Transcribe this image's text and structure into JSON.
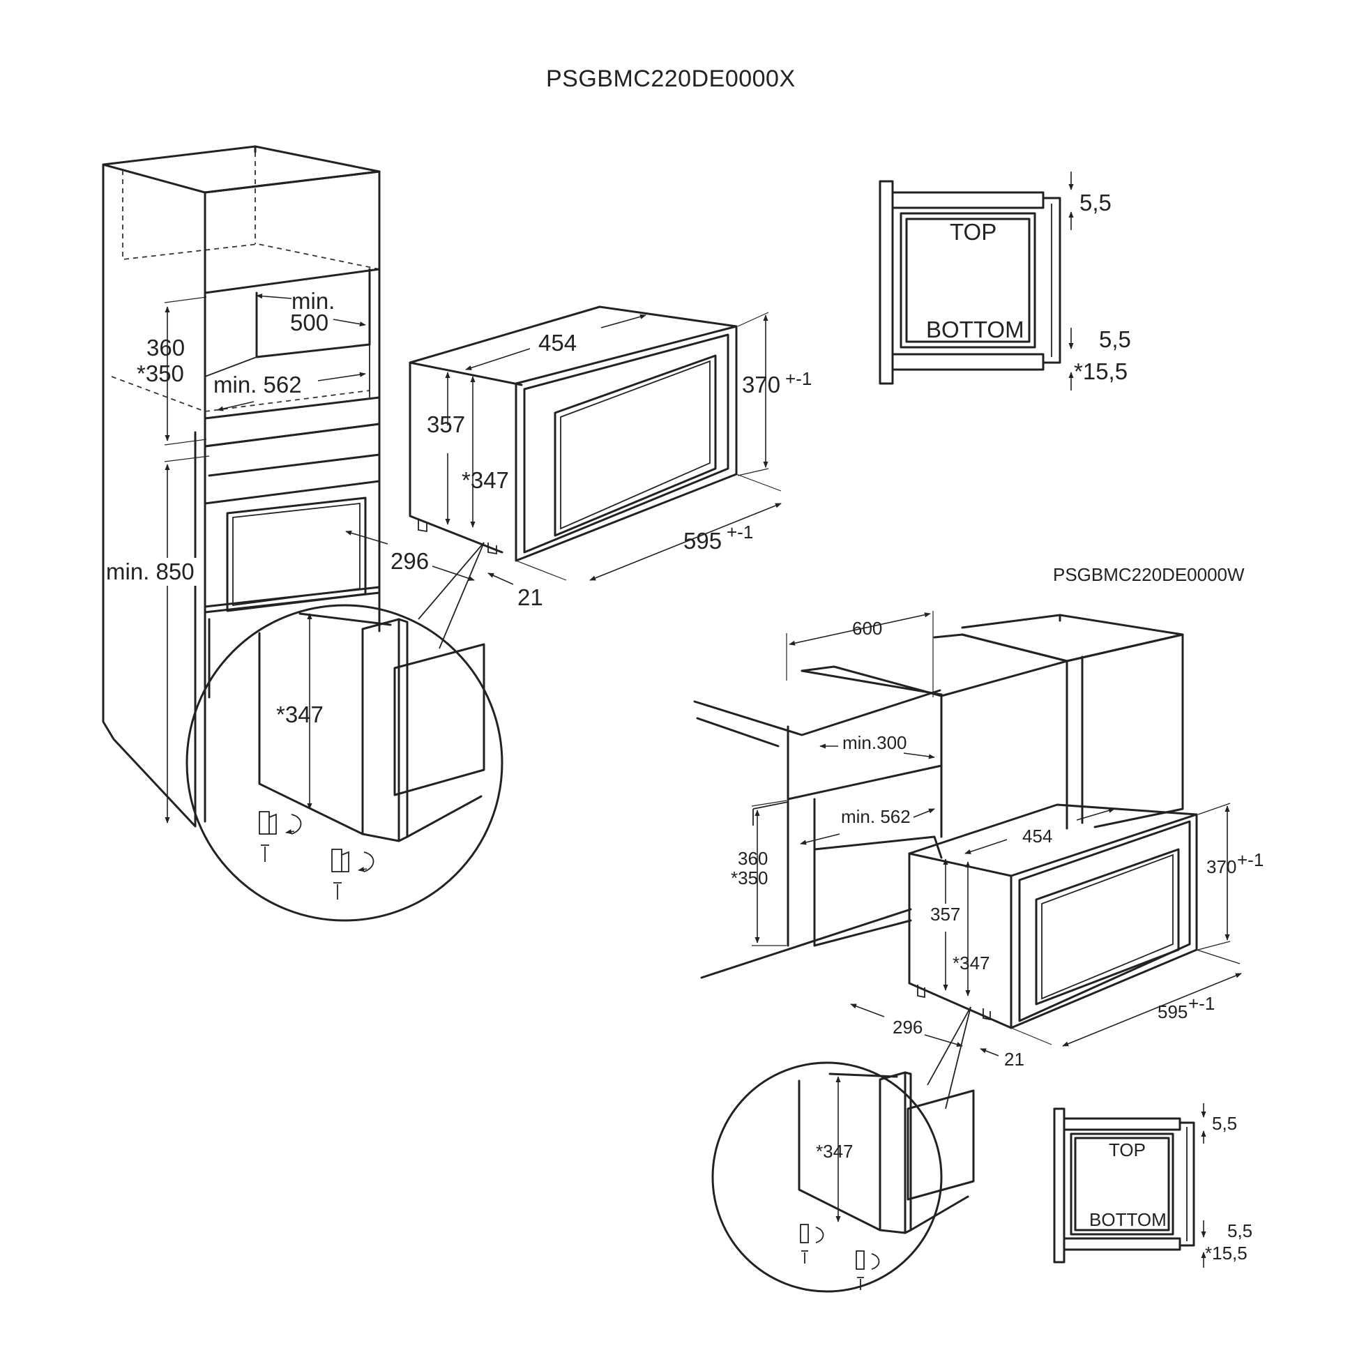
{
  "models": {
    "top": "PSGBMC220DE0000X",
    "bottom": "PSGBMC220DE0000W"
  },
  "view1": {
    "niche_depth": "min.",
    "niche_depth_value": "500",
    "niche_width": "min. 562",
    "niche_height": "360",
    "niche_height_alt": "*350",
    "floor_height": "min. 850",
    "detail_height": "*347"
  },
  "appliance1": {
    "depth": "454",
    "height_front": "370",
    "height_front_tol": "+-1",
    "height_body": "357",
    "height_body_alt": "*347",
    "width": "595",
    "width_tol": "+-1",
    "depth_body": "296",
    "frame_offset": "21"
  },
  "side1": {
    "top_label": "TOP",
    "bottom_label": "BOTTOM",
    "gap_top": "5,5",
    "gap_bottom": "5,5",
    "gap_bottom_alt": "*15,5"
  },
  "view2": {
    "cabinet_width": "600",
    "clearance": "min.300",
    "niche_width": "min. 562",
    "niche_height": "360",
    "niche_height_alt": "*350",
    "detail_height": "*347"
  },
  "appliance2": {
    "depth": "454",
    "height_front": "370",
    "height_front_tol": "+-1",
    "height_body": "357",
    "height_body_alt": "*347",
    "width": "595",
    "width_tol": "+-1",
    "depth_body": "296",
    "frame_offset": "21"
  },
  "side2": {
    "top_label": "TOP",
    "bottom_label": "BOTTOM",
    "gap_top": "5,5",
    "gap_bottom": "5,5",
    "gap_bottom_alt": "*15,5"
  }
}
